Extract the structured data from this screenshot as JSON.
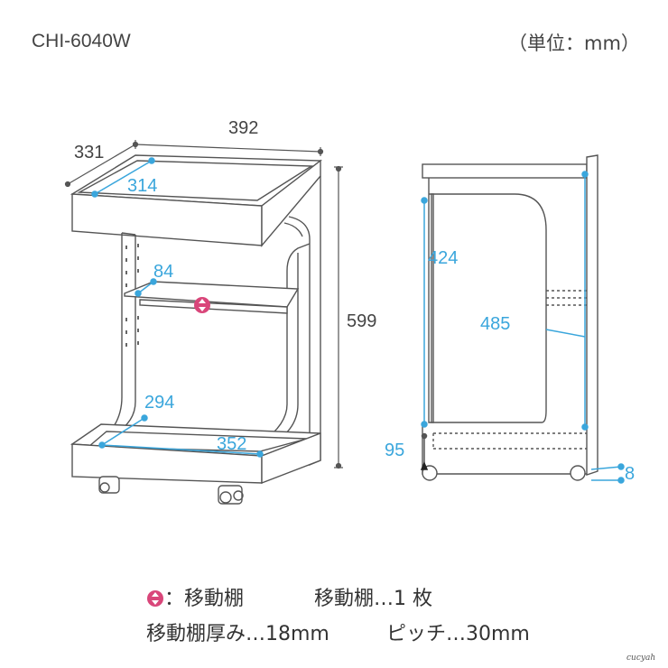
{
  "header": {
    "model": "CHI-6040W",
    "unit": "（単位：mm）"
  },
  "front_view": {
    "width": "392",
    "depth": "331",
    "height": "599",
    "top_inner_depth": "314",
    "shelf_gap": "84",
    "bottom_inner_depth": "294",
    "bottom_inner_width": "352"
  },
  "side_view": {
    "upper_height": "424",
    "inner_height": "485",
    "bottom_height": "95",
    "caster_offset": "8"
  },
  "legend": {
    "icon_label": "：移動棚",
    "shelf_count": "移動棚…1 枚",
    "shelf_thickness": "移動棚厚み…18mm",
    "pitch": "ピッチ…30mm"
  },
  "colors": {
    "accent": "#3aa6dc",
    "movable_icon": "#d9467a",
    "line": "#555555"
  },
  "watermark": "cucyah"
}
